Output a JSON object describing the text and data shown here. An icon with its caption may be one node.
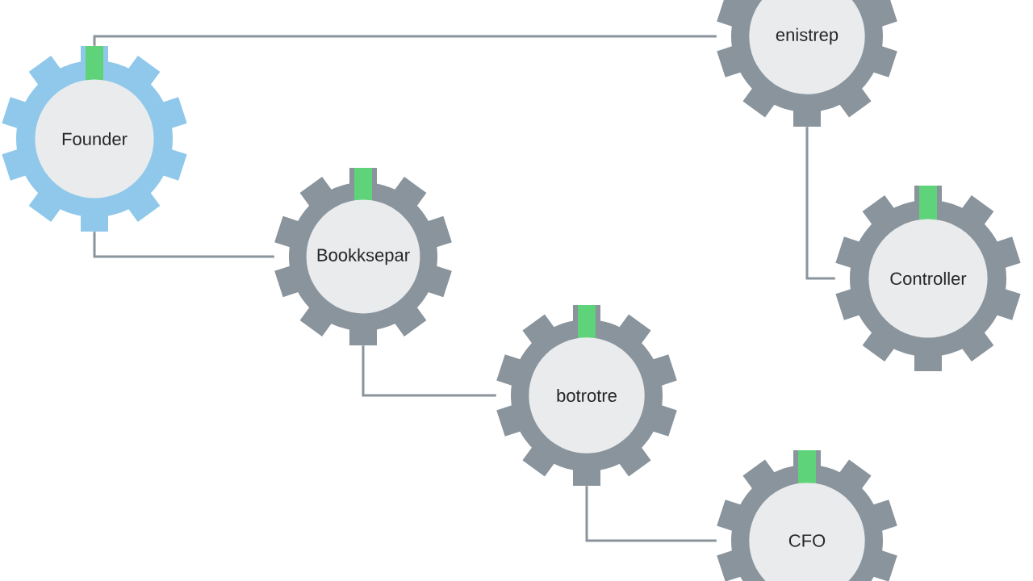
{
  "diagram": {
    "nodes": [
      {
        "text": [
          "Founder"
        ]
      },
      {
        "text": [
          "enistrep"
        ]
      },
      {
        "text": [
          "Bookksepar"
        ]
      },
      {
        "text": [
          "Controller"
        ]
      },
      {
        "text": [
          "botrotre"
        ]
      },
      {
        "text": [
          "CFO"
        ]
      }
    ],
    "edges": [
      {
        "from": 0,
        "to": 1,
        "arrow": "none"
      },
      {
        "from": 0,
        "to": 2,
        "arrow": "none"
      },
      {
        "from": 1,
        "to": 3,
        "arrow": "none"
      },
      {
        "from": 2,
        "to": 4,
        "arrow": "none"
      },
      {
        "from": 4,
        "to": 5,
        "arrow": "none"
      }
    ]
  }
}
